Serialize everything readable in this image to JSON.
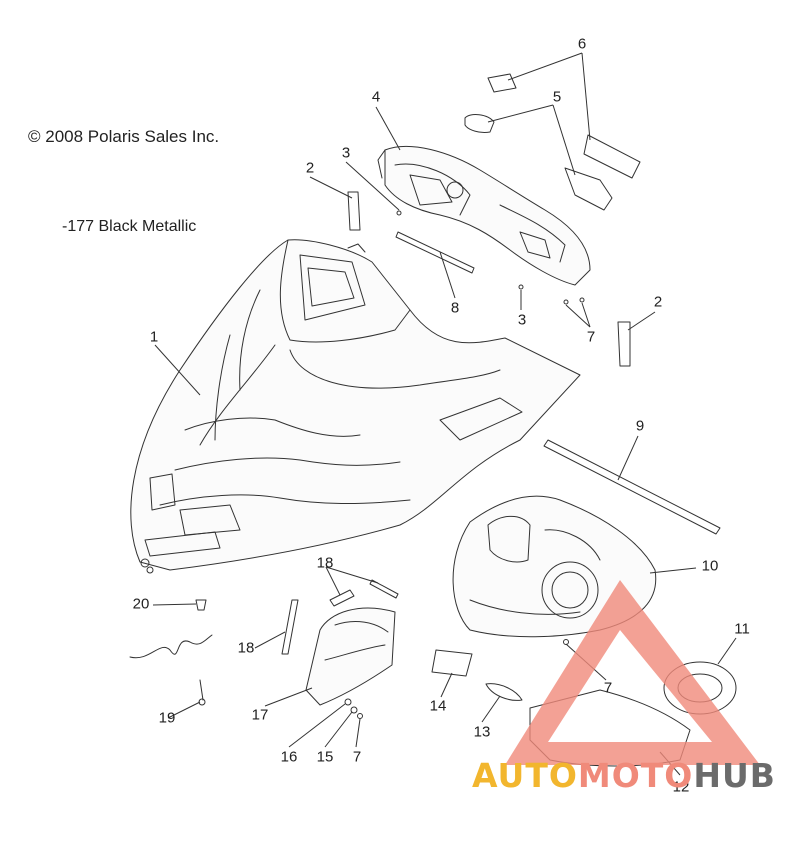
{
  "copyright": "© 2008 Polaris Sales Inc.",
  "color_note": "-177 Black Metallic",
  "callouts": [
    {
      "id": "c1",
      "label": "1"
    },
    {
      "id": "c2a",
      "label": "2"
    },
    {
      "id": "c2b",
      "label": "2"
    },
    {
      "id": "c3a",
      "label": "3"
    },
    {
      "id": "c3b",
      "label": "3"
    },
    {
      "id": "c4",
      "label": "4"
    },
    {
      "id": "c5",
      "label": "5"
    },
    {
      "id": "c6",
      "label": "6"
    },
    {
      "id": "c7a",
      "label": "7"
    },
    {
      "id": "c7b",
      "label": "7"
    },
    {
      "id": "c7c",
      "label": "7"
    },
    {
      "id": "c8",
      "label": "8"
    },
    {
      "id": "c9",
      "label": "9"
    },
    {
      "id": "c10",
      "label": "10"
    },
    {
      "id": "c11",
      "label": "11"
    },
    {
      "id": "c12",
      "label": "12"
    },
    {
      "id": "c13",
      "label": "13"
    },
    {
      "id": "c14",
      "label": "14"
    },
    {
      "id": "c15",
      "label": "15"
    },
    {
      "id": "c16",
      "label": "16"
    },
    {
      "id": "c17",
      "label": "17"
    },
    {
      "id": "c18a",
      "label": "18"
    },
    {
      "id": "c18b",
      "label": "18"
    },
    {
      "id": "c19",
      "label": "19"
    },
    {
      "id": "c20",
      "label": "20"
    }
  ],
  "watermark": {
    "part1": "AUTO",
    "part2": "MOTO",
    "part3": "HUB",
    "color1": "#f2b62e",
    "color2": "#f08a7a",
    "color3": "#6b6b6b"
  }
}
